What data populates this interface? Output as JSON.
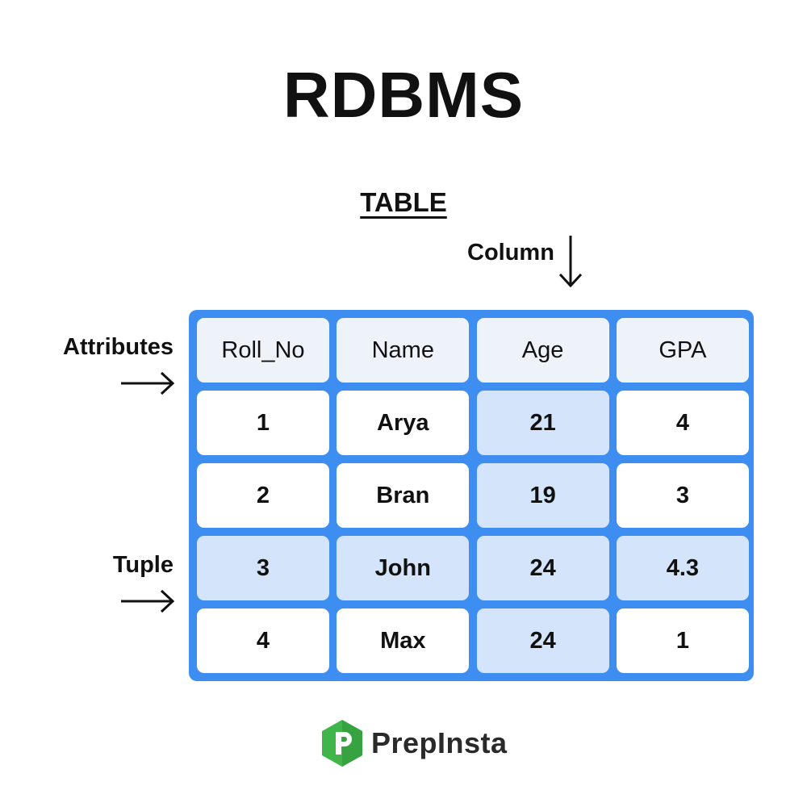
{
  "title": "RDBMS",
  "subtitle": "TABLE",
  "annotations": {
    "column": "Column",
    "attributes": "Attributes",
    "tuple": "Tuple"
  },
  "table": {
    "headers": [
      "Roll_No",
      "Name",
      "Age",
      "GPA"
    ],
    "rows": [
      [
        "1",
        "Arya",
        "21",
        "4"
      ],
      [
        "2",
        "Bran",
        "19",
        "3"
      ],
      [
        "3",
        "John",
        "24",
        "4.3"
      ],
      [
        "4",
        "Max",
        "24",
        "1"
      ]
    ]
  },
  "logo": {
    "text": "PrepInsta"
  },
  "colors": {
    "frame": "#3d8ef0",
    "header_cell": "#eef2f9",
    "highlight_cell": "#d4e5fb",
    "logo_green": "#3fb54a"
  }
}
